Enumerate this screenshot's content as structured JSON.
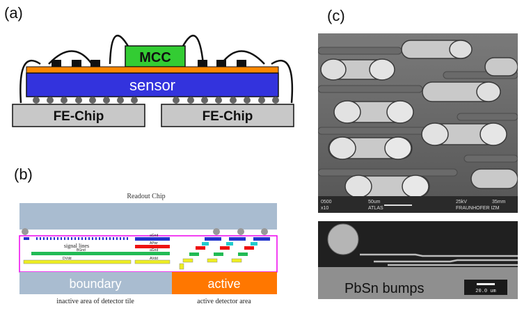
{
  "panel_labels": {
    "a": "(a)",
    "b": "(b)",
    "c": "(c)"
  },
  "panel_a": {
    "mcc_label": "MCC",
    "sensor_label": "sensor",
    "fe_chip_left": "FE-Chip",
    "fe_chip_right": "FE-Chip"
  },
  "panel_b": {
    "readout_chip": "Readout Chip",
    "signal_lines": "signal lines",
    "boundary_label": "boundary",
    "active_label": "active",
    "inactive_caption": "inactive area of detector tile",
    "active_caption": "active detector area",
    "layer_labels": [
      "aGnd",
      "APwr",
      "BGnd",
      "aGnd",
      "DVdd",
      "AVdd"
    ]
  },
  "panel_c": {
    "sem_scale": "50um",
    "sem_mag": "x10",
    "sem_voltage": "25kV",
    "sem_left_code": "0500",
    "sem_right_code": "35mm",
    "sem_lab_left": "ATLAS",
    "sem_lab_right": "FRAUNHOFER IZM",
    "bumps_label": "PbSn bumps",
    "bumps_scale": "20.0 um"
  },
  "colors": {
    "sensor": "#3333dd",
    "mcc": "#33cc33",
    "fe_chip": "#c8c8c8",
    "orange_layer": "#ff8800",
    "readout_chip": "#a9bcd0",
    "boundary_box": "#a9bcd0",
    "active_box": "#ff7700",
    "magenta_outline": "#ee00ee"
  }
}
